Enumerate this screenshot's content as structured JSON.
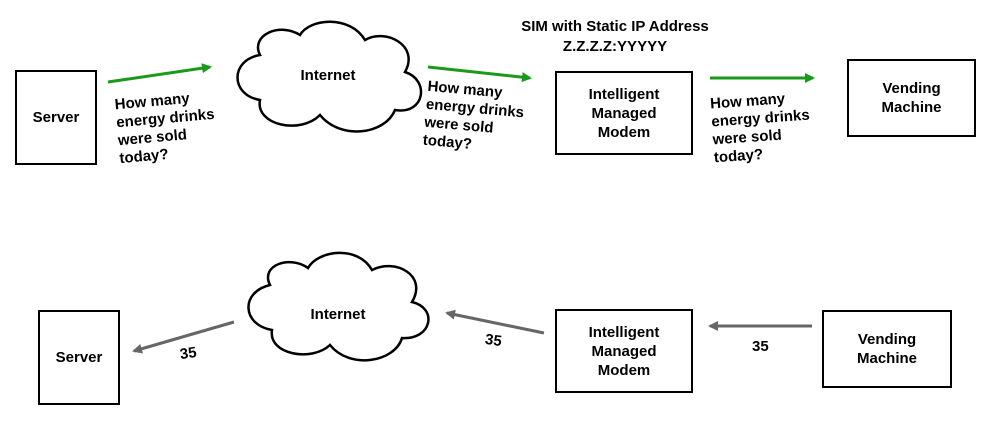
{
  "colors": {
    "forward_arrow": "#1a9a1a",
    "return_arrow": "#666666",
    "stroke": "#000000"
  },
  "top_row": {
    "server": "Server",
    "internet": "Internet",
    "modem": "Intelligent\nManaged\nModem",
    "vending": "Vending\nMachine",
    "sim_title": "SIM with Static IP Address",
    "sim_ip": "Z.Z.Z.Z:YYYYY",
    "query_1": "How many\nenergy drinks\nwere sold\ntoday?",
    "query_2": "How many\nenergy drinks\nwere sold\ntoday?",
    "query_3": "How many\nenergy drinks\nwere sold\ntoday?"
  },
  "bottom_row": {
    "server": "Server",
    "internet": "Internet",
    "modem": "Intelligent\nManaged\nModem",
    "vending": "Vending\nMachine",
    "answer_1": "35",
    "answer_2": "35",
    "answer_3": "35"
  }
}
